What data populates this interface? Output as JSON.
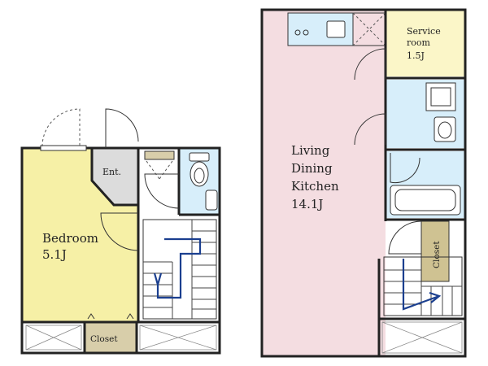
{
  "floor_plan": {
    "rooms": {
      "bedroom": {
        "name": "Bedroom",
        "size": "5.1J",
        "color": "#f6f0a6"
      },
      "entrance": {
        "name": "Ent.",
        "color": "#dcdcdc"
      },
      "closet_1f": {
        "name": "Closet",
        "color": "#d8ceaa"
      },
      "ldk": {
        "line1": "Living",
        "line2": "Dining",
        "line3": "Kitchen",
        "size": "14.1J",
        "color": "#f4dde1"
      },
      "service_room": {
        "line1": "Service",
        "line2": "room",
        "size": "1.5J",
        "color": "#fbf6c8"
      },
      "closet_2f": {
        "name": "Closet",
        "color": "#cfc292"
      },
      "wet_area_color": "#d7eefa"
    },
    "colors": {
      "wall": "#222222",
      "stair_arrow": "#1b3f8f"
    }
  }
}
